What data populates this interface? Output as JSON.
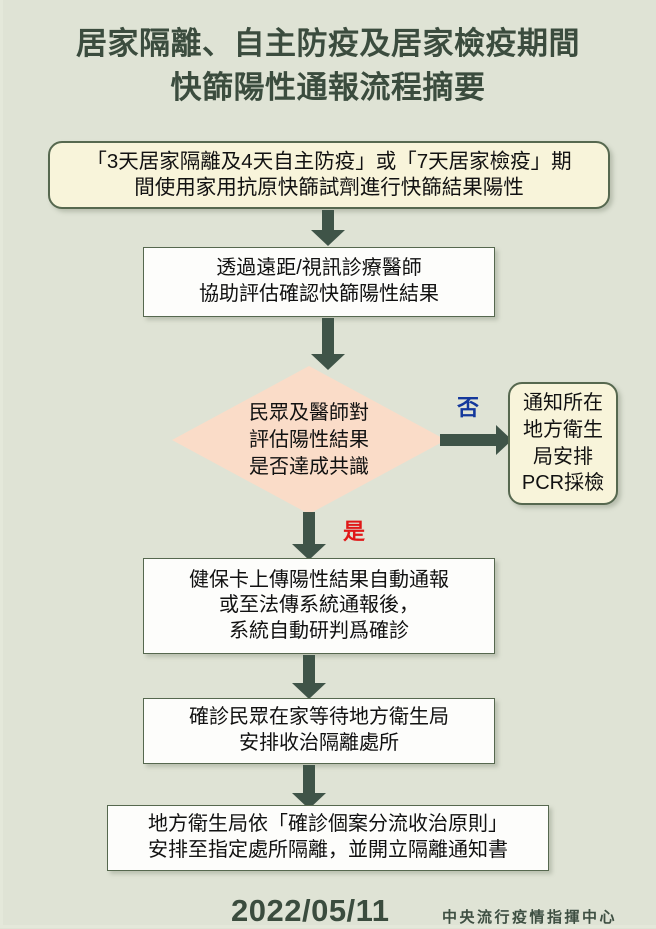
{
  "title": {
    "line1": "居家隔離、自主防疫及居家檢疫期間",
    "line2": "快篩陽性通報流程摘要"
  },
  "flowchart": {
    "nodes": [
      {
        "id": "start",
        "shape": "rounded-rect",
        "fill": "#f8f4da",
        "border": "#56684f",
        "text": "「3天居家隔離及4天自主防疫」或「7天居家檢疫」期\n間使用家用抗原快篩試劑進行快篩結果陽性"
      },
      {
        "id": "telemedicine",
        "shape": "rect",
        "fill": "#fdfdfb",
        "border": "#56684f",
        "text": "透過遠距/視訊診療醫師\n協助評估確認快篩陽性結果"
      },
      {
        "id": "consensus-decision",
        "shape": "diamond",
        "fill": "#fadcc8",
        "text": "民眾及醫師對\n評估陽性結果\n是否達成共識"
      },
      {
        "id": "pcr-branch",
        "shape": "rounded-rect",
        "fill": "#f8f4da",
        "border": "#56684f",
        "text": "通知所在\n地方衛生\n局安排\nPCR採檢"
      },
      {
        "id": "nhi-card-report",
        "shape": "rect",
        "fill": "#fdfdfb",
        "border": "#56684f",
        "text": "健保卡上傳陽性結果自動通報\n或至法傳系統通報後，\n系統自動研判爲確診"
      },
      {
        "id": "wait-at-home",
        "shape": "rect",
        "fill": "#fdfdfb",
        "border": "#56684f",
        "text": "確診民眾在家等待地方衛生局\n安排收治隔離處所"
      },
      {
        "id": "health-bureau-arrange",
        "shape": "rect",
        "fill": "#fdfdfb",
        "border": "#56684f",
        "text": "地方衛生局依「確診個案分流收治原則」\n安排至指定處所隔離，並開立隔離通知書"
      }
    ],
    "branch_labels": {
      "no": "否",
      "yes": "是"
    }
  },
  "footer": {
    "date": "2022/05/11",
    "organization": "中央流行疫情指揮中心"
  },
  "colors": {
    "background": "#dfe3d5",
    "title_text": "#3b4c3e",
    "arrow": "#3f5448",
    "cream_fill": "#f8f4da",
    "white_fill": "#fdfdfb",
    "diamond_fill": "#fadcc8",
    "border": "#56684f",
    "label_no": "#14389c",
    "label_yes": "#e01818"
  }
}
